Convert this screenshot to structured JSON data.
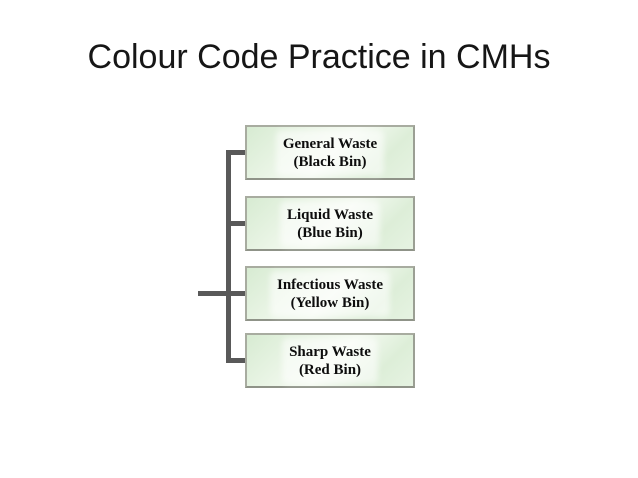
{
  "slide": {
    "title": "Colour Code Practice in CMHs"
  },
  "colors": {
    "background": "#ffffff",
    "title_text": "#161616",
    "node_fill": "#e3f1de",
    "node_border": "#a8aca0",
    "node_text": "#0d0d0d",
    "connector": "#595959"
  },
  "diagram": {
    "nodes": [
      {
        "label": "General Waste",
        "sublabel": "(Black Bin)"
      },
      {
        "label": "Liquid Waste",
        "sublabel": "(Blue Bin)"
      },
      {
        "label": "Infectious Waste",
        "sublabel": "(Yellow Bin)"
      },
      {
        "label": "Sharp Waste",
        "sublabel": "(Red Bin)"
      }
    ]
  }
}
